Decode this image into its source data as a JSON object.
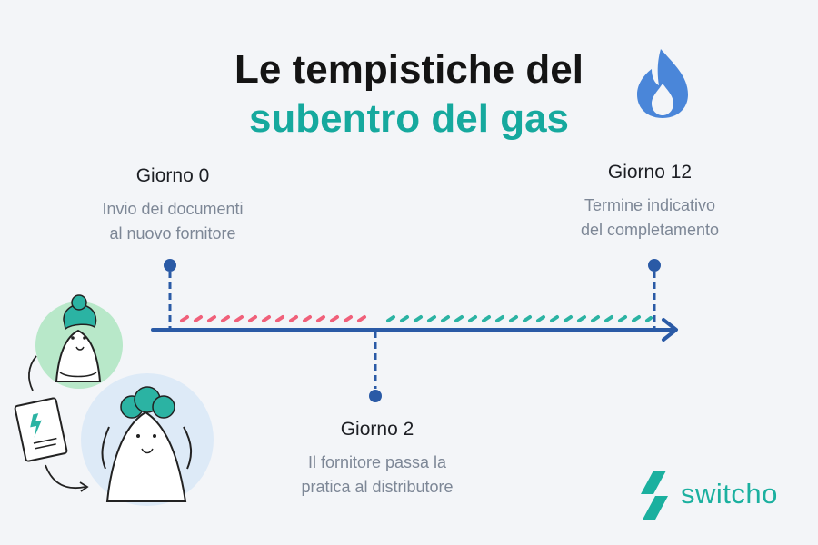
{
  "title": {
    "line1": "Le tempistiche del",
    "line2": "subentro del gas"
  },
  "events": [
    {
      "day": "Giorno 0",
      "desc_line1": "Invio dei documenti",
      "desc_line2": "al nuovo fornitore"
    },
    {
      "day": "Giorno 2",
      "desc_line1": "Il fornitore passa la",
      "desc_line2": "pratica al distributore"
    },
    {
      "day": "Giorno 12",
      "desc_line1": "Termine indicativo",
      "desc_line2": "del completamento"
    }
  ],
  "brand": {
    "name": "switcho"
  },
  "colors": {
    "title_dark": "#141414",
    "accent_teal": "#16a99e",
    "timeline_blue": "#2a5aa6",
    "segment_pink": "#f0607a",
    "segment_teal": "#2bb3a3",
    "flame_blue": "#4a86d9"
  },
  "icons": [
    "flame-icon",
    "document-icon",
    "arrow-icon"
  ]
}
